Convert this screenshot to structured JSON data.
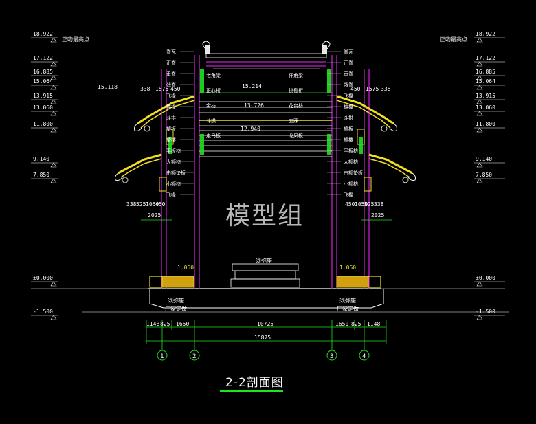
{
  "drawing": {
    "title": "2-2剖面图",
    "watermark": "模型组",
    "colors": {
      "background": "#000000",
      "structure": "#c020c8",
      "roof": "#f0e020",
      "dimension": "#20e020",
      "text": "#ffffff",
      "leader": "#ffffff"
    }
  },
  "levels": {
    "left_top_note": "正吻最高点",
    "right_top_note": "正吻最高点",
    "left": [
      "18.922",
      "17.122",
      "16.885",
      "15.064",
      "13.915",
      "13.060",
      "11.800",
      "9.140",
      "7.850",
      "±0.000",
      "-1.500"
    ],
    "right": [
      "18.922",
      "17.122",
      "16.885",
      "15.064",
      "13.915",
      "13.060",
      "11.800",
      "9.140",
      "7.850",
      "±0.000",
      "-1.500"
    ],
    "center_top": "15.214",
    "center_mid": "13.726",
    "center_low": "12.940",
    "left_inner": "15.118"
  },
  "dimensions": {
    "upper_left": [
      "338",
      "1575",
      "450"
    ],
    "upper_right": [
      "450",
      "1575",
      "338"
    ],
    "lower_left": [
      "338",
      "525",
      "1050",
      "450"
    ],
    "lower_right": [
      "450",
      "1050",
      "525",
      "338"
    ],
    "lower_span_left": "2025",
    "lower_span_right": "2025",
    "bottom_row": [
      "1148",
      "825",
      "1650",
      "10725",
      "1650",
      "825",
      "1148"
    ],
    "total": "15875",
    "base_height_left": "1.050",
    "base_height_right": "1.050"
  },
  "axes": [
    "1",
    "2",
    "3",
    "4"
  ],
  "labels": {
    "center_base": "须弥座",
    "left_base": "须弥座",
    "right_base": "须弥座",
    "left_ground": "厂家定做",
    "right_ground": "厂家定做",
    "left_roof": [
      "脊瓦",
      "正脊",
      "垂脊",
      "戗脊",
      "飞椽",
      "檐椽",
      "斗拱",
      "望板",
      "望楼",
      "平板枋",
      "大额枋",
      "由额垫板",
      "小额枋",
      "飞椽"
    ],
    "right_roof": [
      "脊瓦",
      "正脊",
      "垂脊",
      "戗脊",
      "飞椽",
      "檐椽",
      "斗拱",
      "望板",
      "望楼",
      "平板枋",
      "大额枋",
      "由额垫板",
      "小额枋",
      "飞椽"
    ],
    "center_beams": [
      "老角梁",
      "仔角梁",
      "正心桁",
      "挑檐桁",
      "金枋",
      "花台枋",
      "斗拱",
      "五踩",
      "走马板",
      "龙凤板"
    ]
  }
}
